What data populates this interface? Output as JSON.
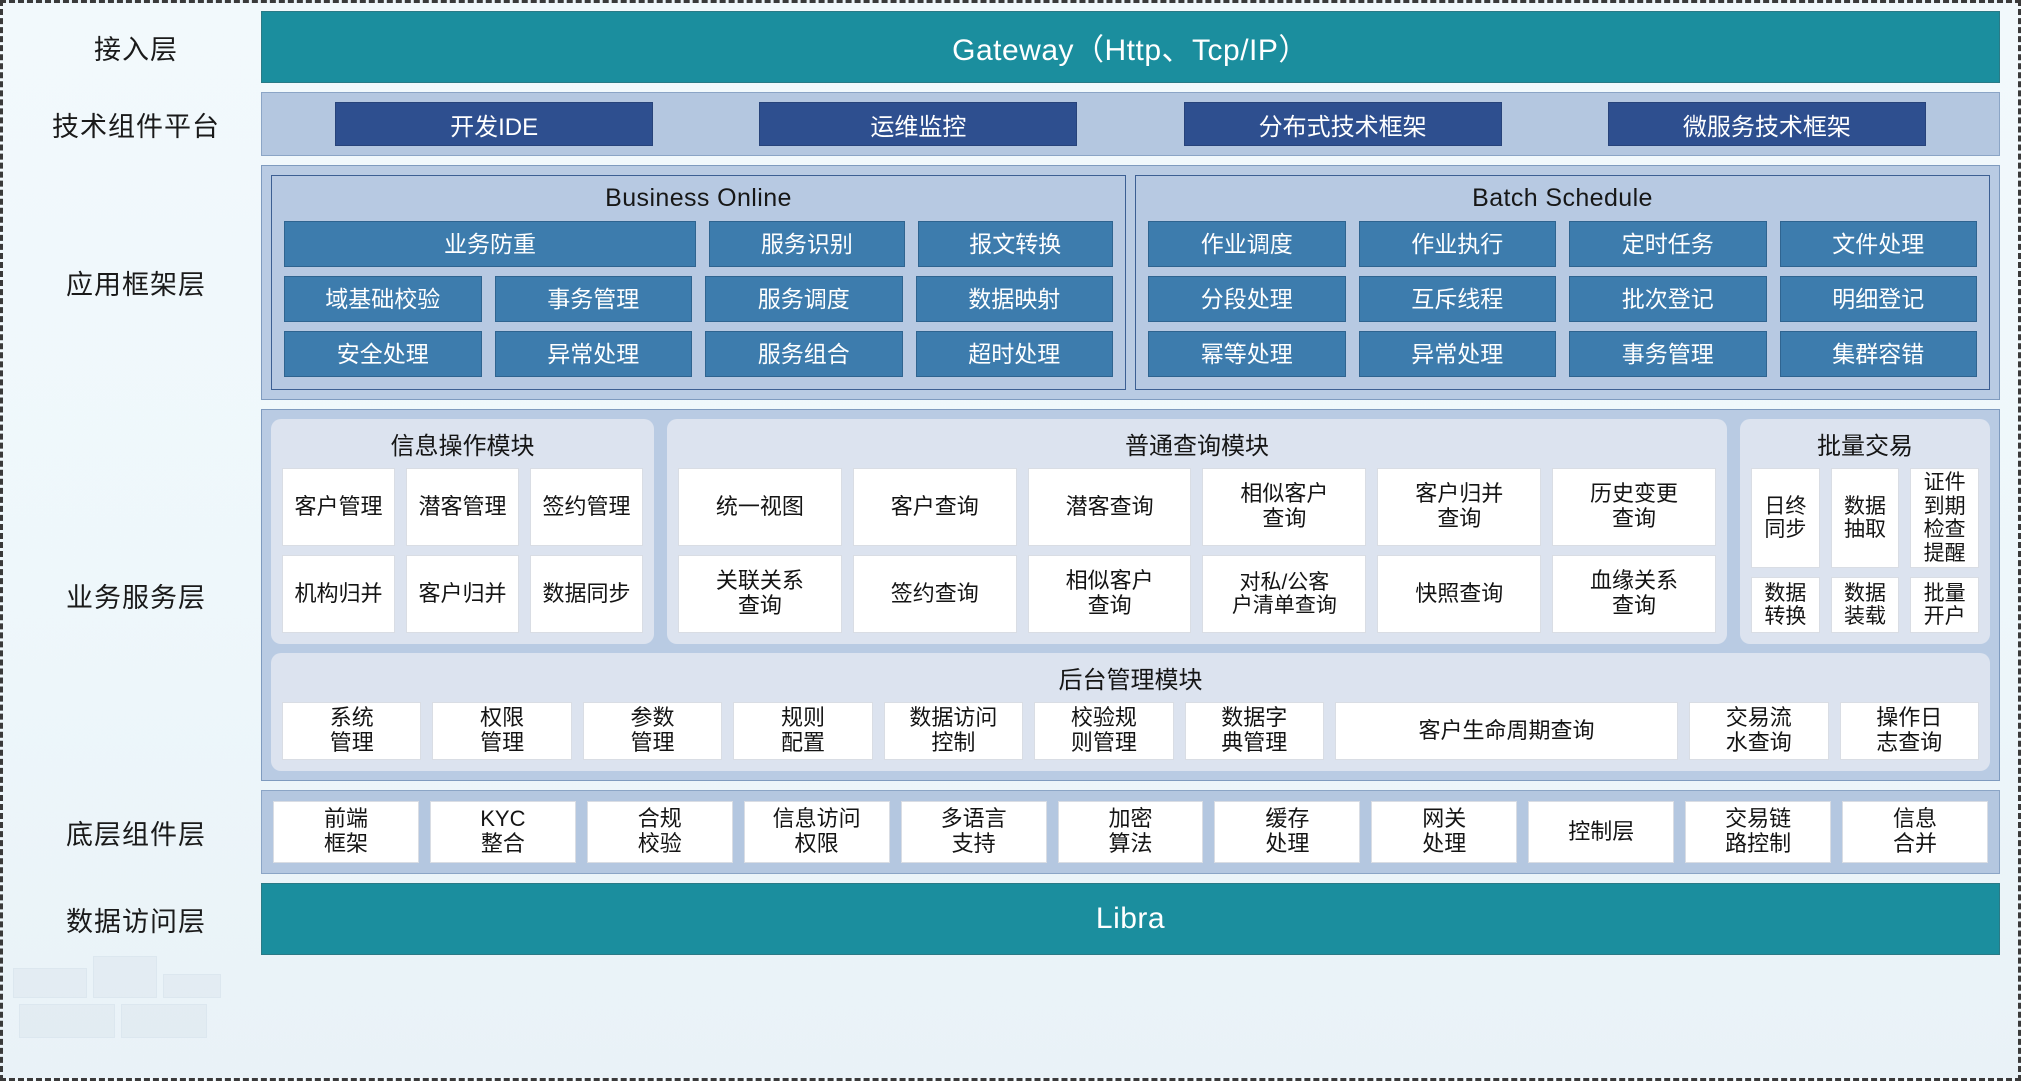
{
  "layers": [
    {
      "label": "接入层"
    },
    {
      "label": "技术组件平台"
    },
    {
      "label": "应用框架层"
    },
    {
      "label": "业务服务层"
    },
    {
      "label": "底层组件层"
    },
    {
      "label": "数据访问层"
    }
  ],
  "access_layer": {
    "label": "接入层",
    "bar_text": "Gateway（Http、Tcp/IP）",
    "color": "#1b8e9e"
  },
  "tech_platform": {
    "label": "技术组件平台",
    "band_color": "#b4c7e0",
    "chip_color": "#2e4f8f",
    "items": [
      "开发IDE",
      "运维监控",
      "分布式技术框架",
      "微服务技术框架"
    ]
  },
  "app_framework": {
    "label": "应用框架层",
    "panels": [
      {
        "title": "Business Online",
        "rows": [
          [
            {
              "text": "业务防重",
              "span": 2
            },
            {
              "text": "服务识别",
              "span": 1
            },
            {
              "text": "报文转换",
              "span": 1
            }
          ],
          [
            {
              "text": "域基础校验",
              "span": 1
            },
            {
              "text": "事务管理",
              "span": 1
            },
            {
              "text": "服务调度",
              "span": 1
            },
            {
              "text": "数据映射",
              "span": 1
            }
          ],
          [
            {
              "text": "安全处理",
              "span": 1
            },
            {
              "text": "异常处理",
              "span": 1
            },
            {
              "text": "服务组合",
              "span": 1
            },
            {
              "text": "超时处理",
              "span": 1
            }
          ]
        ]
      },
      {
        "title": "Batch Schedule",
        "rows": [
          [
            {
              "text": "作业调度",
              "span": 1
            },
            {
              "text": "作业执行",
              "span": 1
            },
            {
              "text": "定时任务",
              "span": 1
            },
            {
              "text": "文件处理",
              "span": 1
            }
          ],
          [
            {
              "text": "分段处理",
              "span": 1
            },
            {
              "text": "互斥线程",
              "span": 1
            },
            {
              "text": "批次登记",
              "span": 1
            },
            {
              "text": "明细登记",
              "span": 1
            }
          ],
          [
            {
              "text": "幂等处理",
              "span": 1
            },
            {
              "text": "异常处理",
              "span": 1
            },
            {
              "text": "事务管理",
              "span": 1
            },
            {
              "text": "集群容错",
              "span": 1
            }
          ]
        ]
      }
    ]
  },
  "business_service": {
    "label": "业务服务层",
    "modules": [
      {
        "title": "信息操作模块",
        "rows": [
          [
            "客户管理",
            "潜客管理",
            "签约管理"
          ],
          [
            "机构归并",
            "客户归并",
            "数据同步"
          ]
        ]
      },
      {
        "title": "普通查询模块",
        "rows": [
          [
            "统一视图",
            "客户查询",
            "潜客查询",
            "相似客户\n查询",
            "客户归并\n查询",
            "历史变更\n查询"
          ],
          [
            "关联关系\n查询",
            "签约查询",
            "相似客户\n查询",
            "对私/公客\n户清单查询",
            "快照查询",
            "血缘关系\n查询"
          ]
        ]
      },
      {
        "title": "批量交易",
        "rows": [
          [
            "日终\n同步",
            "数据\n抽取",
            "证件到期\n检查提醒"
          ],
          [
            "数据\n转换",
            "数据\n装载",
            "批量\n开户"
          ]
        ]
      }
    ],
    "admin_module": {
      "title": "后台管理模块",
      "items": [
        {
          "text": "系统\n管理",
          "wide": false
        },
        {
          "text": "权限\n管理",
          "wide": false
        },
        {
          "text": "参数\n管理",
          "wide": false
        },
        {
          "text": "规则\n配置",
          "wide": false
        },
        {
          "text": "数据访问\n控制",
          "wide": false
        },
        {
          "text": "校验规\n则管理",
          "wide": false
        },
        {
          "text": "数据字\n典管理",
          "wide": false
        },
        {
          "text": "客户生命周期查询",
          "wide": true
        },
        {
          "text": "交易流\n水查询",
          "wide": false
        },
        {
          "text": "操作日\n志查询",
          "wide": false
        }
      ]
    }
  },
  "component_layer": {
    "label": "底层组件层",
    "items": [
      "前端\n框架",
      "KYC\n整合",
      "合规\n校验",
      "信息访问\n权限",
      "多语言\n支持",
      "加密\n算法",
      "缓存\n处理",
      "网关\n处理",
      "控制层",
      "交易链\n路控制",
      "信息\n合并"
    ]
  },
  "data_access": {
    "label": "数据访问层",
    "bar_text": "Libra",
    "color": "#1b8e9e"
  }
}
